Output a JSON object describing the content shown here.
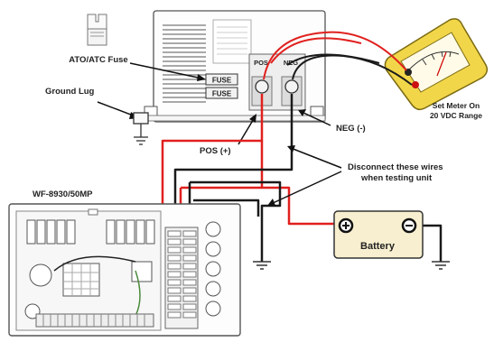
{
  "labels": {
    "fuse_part": "ATO/ATC Fuse",
    "fuse_slot_1": "FUSE",
    "fuse_slot_2": "FUSE",
    "ground_lug": "Ground Lug",
    "pos_terminal": "POS",
    "neg_terminal": "NEG",
    "pos_callout": "POS (+)",
    "neg_callout": "NEG (-)",
    "meter_line1": "Set Meter On",
    "meter_line2": "20 VDC Range",
    "disconnect_line1": "Disconnect these wires",
    "disconnect_line2": "when testing unit",
    "panel_model": "WF-8930/50MP",
    "battery": "Battery"
  },
  "colors": {
    "positive_wire": "#e0201e",
    "negative_wire": "#1a1a1a",
    "meter_body": "#f2d64a",
    "battery_fill": "#f7efcf"
  }
}
